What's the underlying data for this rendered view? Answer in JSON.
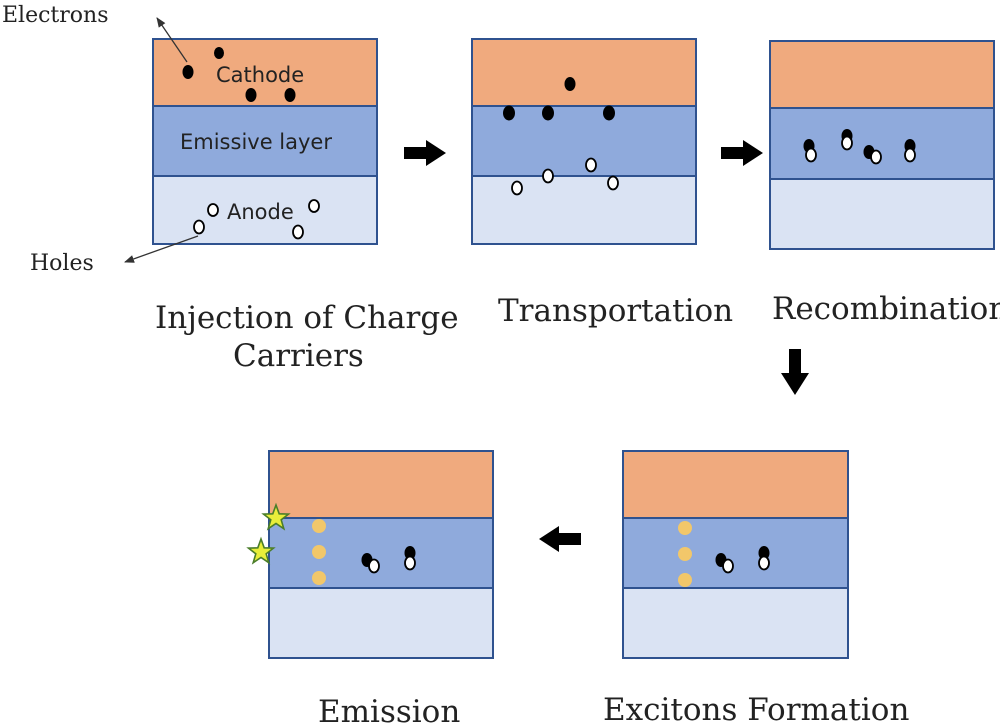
{
  "colors": {
    "cathode": "#f0aa7e",
    "emissive": "#8faadc",
    "anode": "#dae3f3",
    "border": "#2f528f",
    "exciton": "#f2c76a",
    "star": "#e8ee3a"
  },
  "labels": {
    "electrons": "Electrons",
    "holes": "Holes",
    "cathode": "Cathode",
    "emissive_layer": "Emissive layer",
    "anode": "Anode"
  },
  "steps": {
    "injection_line1": "Injection of Charge",
    "injection_line2": "Carriers",
    "transportation": "Transportation",
    "recombination": "Recombination",
    "excitons_formation": "Excitons Formation",
    "emission": "Emission"
  },
  "icons": {
    "flow_arrow": "block-arrow-icon",
    "electron": "filled-circle",
    "hole": "open-circle",
    "photon": "star-icon"
  }
}
